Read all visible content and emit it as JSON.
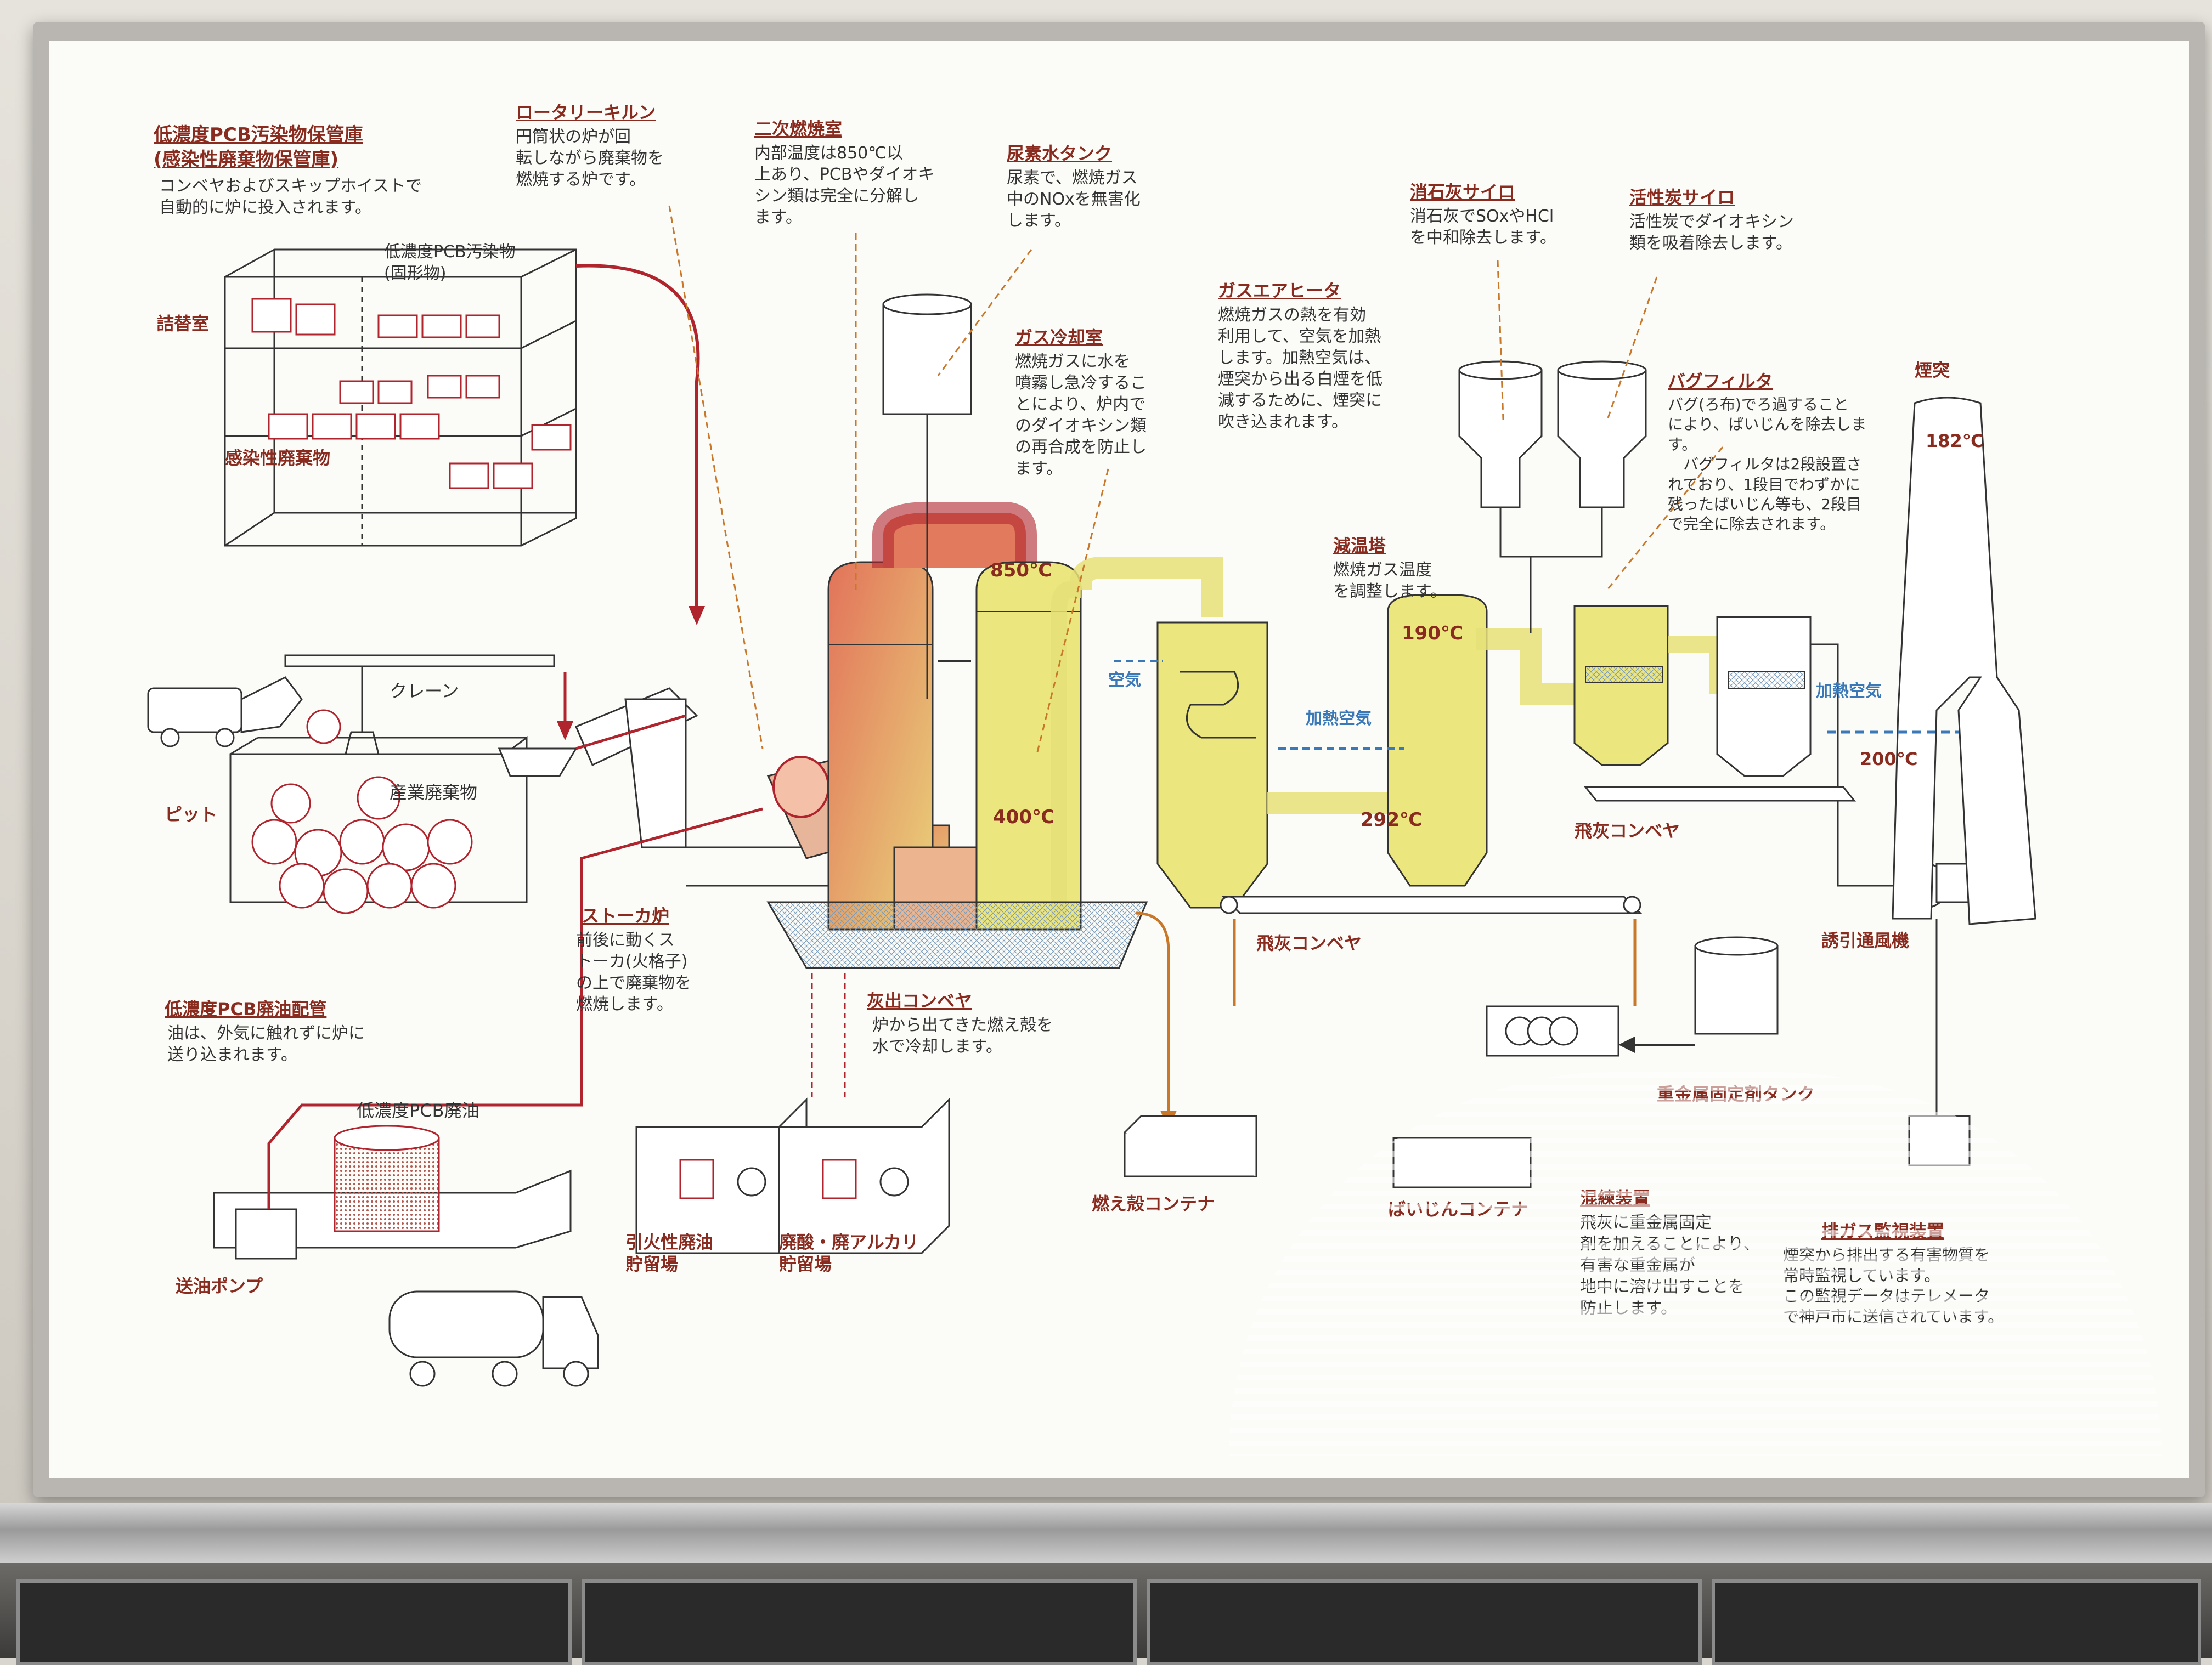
{
  "labels": {
    "storage_title": "低濃度PCB汚染物保管庫",
    "storage_title2": "(感染性廃棄物保管庫)",
    "storage_desc": "コンベヤおよびスキップホイストで\n自動的に炉に投入されます。",
    "pcb_solid": "低濃度PCB汚染物\n(固形物)",
    "tsumekae": "詰替室",
    "infectious": "感染性廃棄物",
    "kiln_title": "ロータリーキルン",
    "kiln_desc": "円筒状の炉が回\n転しながら廃棄物を\n燃焼する炉です。",
    "secondary_title": "二次燃焼室",
    "secondary_desc": "内部温度は850℃以\n上あり、PCBやダイオキ\nシン類は完全に分解し\nます。",
    "urea_title": "尿素水タンク",
    "urea_desc": "尿素で、燃焼ガス\n中のNOxを無害化\nします。",
    "gascool_title": "ガス冷却室",
    "gascool_desc": "燃焼ガスに水を\n噴霧し急冷するこ\nとにより、炉内で\nのダイオキシン類\nの再合成を防止し\nます。",
    "gasair_title": "ガスエアヒータ",
    "gasair_desc": "燃焼ガスの熱を有効\n利用して、空気を加熱\nします。加熱空気は、\n煙突から出る白煙を低\n減するために、煙突に\n吹き込まれます。",
    "lime_title": "消石灰サイロ",
    "lime_desc": "消石灰でSOxやHCl\nを中和除去します。",
    "carbon_title": "活性炭サイロ",
    "carbon_desc": "活性炭でダイオキシン\n類を吸着除去します。",
    "bag_title": "バグフィルタ",
    "bag_desc": "バグ(ろ布)でろ過すること\nにより、ばいじんを除去しま\nす。\n　バグフィルタは2段設置さ\nれており、1段目でわずかに\n残ったばいじん等も、2段目\nで完全に除去されます。",
    "stack": "煙突",
    "tempering_title": "減温塔",
    "tempering_desc": "燃焼ガス温度\nを調整します。",
    "crane": "クレーン",
    "industrial_waste": "産業廃棄物",
    "pit": "ピット",
    "stoker_title": "ストーカ炉",
    "stoker_desc": "前後に動くス\nトーカ(火格子)\nの上で廃棄物を\n燃焼します。",
    "ash_conv_title": "灰出コンベヤ",
    "ash_conv_desc": "炉から出てきた燃え殻を\n水で冷却します。",
    "oil_pipe_title": "低濃度PCB廃油配管",
    "oil_pipe_desc": "油は、外気に触れずに炉に\n送り込まれます。",
    "pcb_oil": "低濃度PCB廃油",
    "oil_pump": "送油ポンプ",
    "flammable": "引火性廃油\n貯留場",
    "acid": "廃酸・廃アルカリ\n貯留場",
    "ash_container": "燃え殻コンテナ",
    "fly_ash_conv1": "飛灰コンベヤ",
    "fly_ash_conv2": "飛灰コンベヤ",
    "induced_fan": "誘引通風機",
    "heavy_metal": "重金属固定剤タンク",
    "air": "空気",
    "heated_air1": "加熱空気",
    "heated_air2": "加熱空気",
    "fly_ash_container": "ばいじんコンテナ",
    "kneader_title": "混練装置",
    "kneader_desc": "飛灰に重金属固定\n剤を加えることにより、\n有害な重金属が\n地中に溶け出すことを\n防止します。",
    "monitor_title": "排ガス監視装置",
    "monitor_desc": "煙突から排出する有害物質を\n常時監視しています。\nこの監視データはテレメータ\nで神戸市に送信されています。"
  },
  "temps": {
    "t850": "850℃",
    "t400": "400℃",
    "t190": "190℃",
    "t292": "292℃",
    "t200": "200℃",
    "t182": "182℃"
  },
  "colors": {
    "title_red": "#8a2b1f",
    "flow_red": "#b0242e",
    "flow_orange": "#c9782a",
    "gas_yellow": "#e9e27a",
    "hot_red": "#e06b4a",
    "air_blue": "#3a78b8"
  }
}
